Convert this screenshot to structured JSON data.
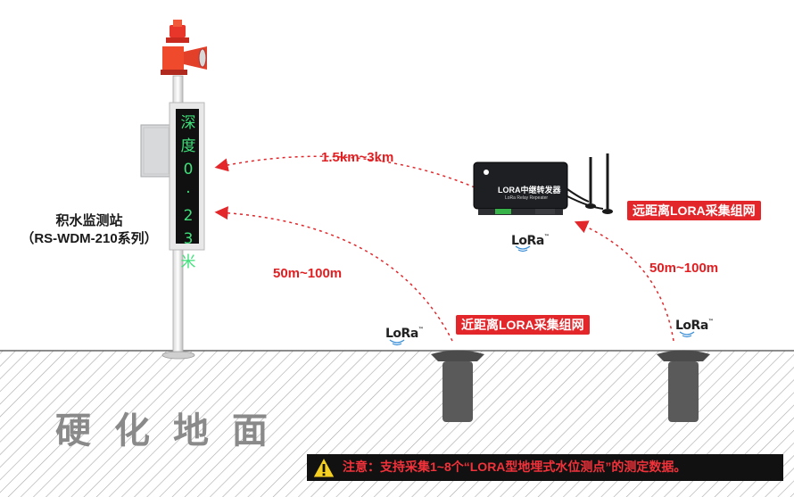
{
  "station": {
    "name": "积水监测站",
    "model": "（RS-WDM-210系列）",
    "display_chars": [
      "深",
      "度",
      "0",
      "·",
      "2",
      "3",
      "米"
    ]
  },
  "links": {
    "far_range": "1.5km~3km",
    "near_range_left": "50m~100m",
    "near_range_right": "50m~100m"
  },
  "relay": {
    "title": "LORA中继转发器",
    "subtitle": "LoRa Relay Repeater"
  },
  "tags": {
    "far_network": "远距离LORA采集组网",
    "near_network": "近距离LORA采集组网"
  },
  "lora_logo": {
    "text": "LoRa",
    "mark": "™"
  },
  "ground": {
    "label": "硬化地面"
  },
  "note": {
    "text": "注意：支持采集1~8个“LORA型地埋式水位测点”的测定数据。"
  },
  "icons": {
    "warning": "warning-triangle-icon",
    "alarm": "alarm-light-icon",
    "signal": "lora-signal-icon"
  },
  "colors": {
    "accent": "#e3262a",
    "led": "#3fe07a",
    "sensor": "#5a5a5a",
    "ground_hatch": "#9a9a9a",
    "note_bg": "#111111"
  }
}
